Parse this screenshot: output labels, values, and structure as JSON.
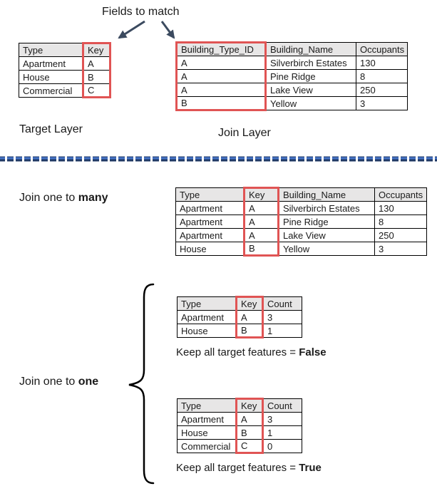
{
  "annotation": {
    "fields_to_match": "Fields to match"
  },
  "labels": {
    "target_layer": "Target Layer",
    "join_layer": "Join Layer",
    "join_many_prefix": "Join one to ",
    "join_many_bold": "many",
    "join_one_prefix": "Join one to ",
    "join_one_bold": "one",
    "keep_false_prefix": "Keep all target features = ",
    "keep_false_value": "False",
    "keep_true_prefix": "Keep all target features = ",
    "keep_true_value": "True"
  },
  "colors": {
    "highlight_red": "#e05454",
    "header_gray": "#e7e6e6",
    "arrow_navy": "#3b4a5f",
    "dash_fill": "#4472c4",
    "dash_border": "#1f3864",
    "table_border": "#000000"
  },
  "tables": {
    "target": {
      "headers": [
        "Type",
        "Key"
      ],
      "rows": [
        [
          "Apartment",
          "A"
        ],
        [
          "House",
          "B"
        ],
        [
          "Commercial",
          "C"
        ]
      ],
      "highlight_col": 1
    },
    "join": {
      "headers": [
        "Building_Type_ID",
        "Building_Name",
        "Occupants"
      ],
      "rows": [
        [
          "A",
          "Silverbirch Estates",
          "130"
        ],
        [
          "A",
          "Pine Ridge",
          "8"
        ],
        [
          "A",
          "Lake View",
          "250"
        ],
        [
          "B",
          "Yellow",
          "3"
        ]
      ],
      "highlight_col": 0
    },
    "one_to_many": {
      "headers": [
        "Type",
        "Key",
        "Building_Name",
        "Occupants"
      ],
      "rows": [
        [
          "Apartment",
          "A",
          "Silverbirch Estates",
          "130"
        ],
        [
          "Apartment",
          "A",
          "Pine Ridge",
          "8"
        ],
        [
          "Apartment",
          "A",
          "Lake View",
          "250"
        ],
        [
          "House",
          "B",
          "Yellow",
          "3"
        ]
      ],
      "highlight_col": 1
    },
    "count_false": {
      "headers": [
        "Type",
        "Key",
        "Count"
      ],
      "rows": [
        [
          "Apartment",
          "A",
          "3"
        ],
        [
          "House",
          "B",
          "1"
        ]
      ],
      "highlight_col": 1
    },
    "count_true": {
      "headers": [
        "Type",
        "Key",
        "Count"
      ],
      "rows": [
        [
          "Apartment",
          "A",
          "3"
        ],
        [
          "House",
          "B",
          "1"
        ],
        [
          "Commercial",
          "C",
          "0"
        ]
      ],
      "highlight_col": 1
    }
  }
}
